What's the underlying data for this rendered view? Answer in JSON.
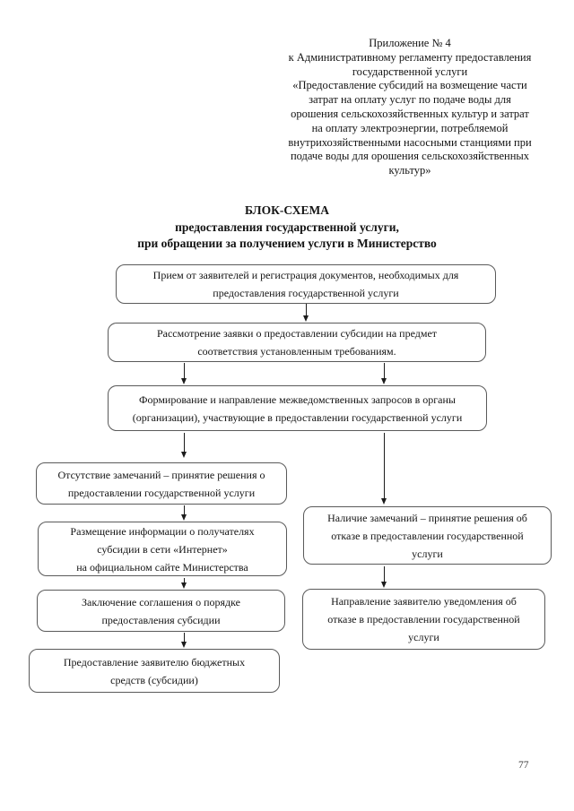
{
  "page": {
    "number": "77"
  },
  "header": {
    "text": "Приложение № 4\nк Административному регламенту предоставления\nгосударственной услуги\n«Предоставление субсидий на возмещение части\nзатрат на оплату услуг по подаче воды для\nорошения сельскохозяйственных культур и затрат\nна оплату электроэнергии, потребляемой\nвнутрихозяйственными насосными станциями при\nподаче воды для орошения сельскохозяйственных\nкультур»"
  },
  "title": {
    "text": "БЛОК-СХЕМА\nпредоставления государственной услуги,\nпри обращении за получением услуги в Министерство"
  },
  "flowchart": {
    "nodes": [
      {
        "name": "reception-registration",
        "text": "Прием от заявителей и регистрация документов, необходимых для\nпредоставления государственной услуги"
      },
      {
        "name": "application-review",
        "text": "Рассмотрение заявки о предоставлении субсидии на предмет\nсоответствия установленным требованиям."
      },
      {
        "name": "interagency-requests",
        "text": "Формирование и направление межведомственных запросов в органы\n(организации), участвующие в предоставлении государственной услуги"
      },
      {
        "name": "no-remarks-approval",
        "text": "Отсутствие замечаний – принятие решения о\nпредоставлении государственной услуги"
      },
      {
        "name": "internet-publication",
        "text": "Размещение информации о получателях\nсубсидии в сети «Интернет»\nна официальном сайте Министерства"
      },
      {
        "name": "remarks-refusal-decision",
        "text": "Наличие замечаний – принятие решения об\nотказе в предоставлении государственной\nуслуги"
      },
      {
        "name": "subsidy-agreement",
        "text": "Заключение соглашения о порядке\nпредоставления субсидии"
      },
      {
        "name": "funds-disbursement",
        "text": "Предоставление заявителю бюджетных\nсредств (субсидии)"
      },
      {
        "name": "refusal-notification",
        "text": "Направление заявителю уведомления об\nотказе в предоставлении государственной\nуслуги"
      }
    ]
  }
}
